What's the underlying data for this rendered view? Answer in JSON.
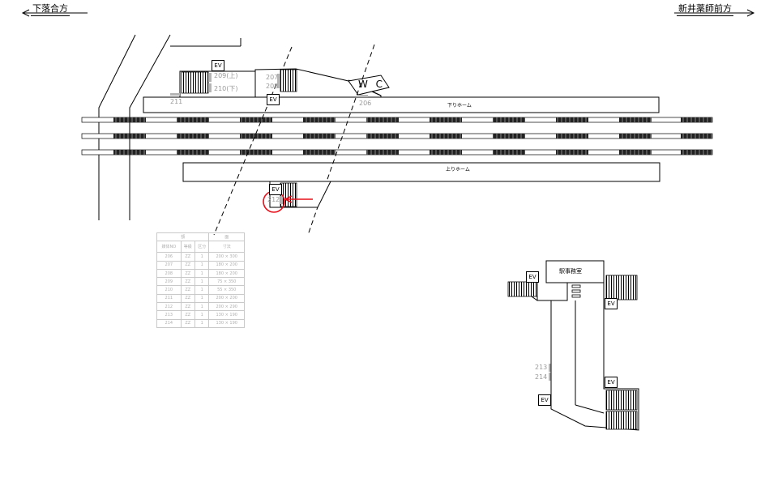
{
  "direction_left": "下落合方",
  "direction_right": "新井薬師前方",
  "platforms": {
    "down": "下りホーム",
    "up": "上りホーム"
  },
  "rooms": {
    "wc": "W C",
    "station_office": "駅事務室"
  },
  "ev_label": "EV",
  "signs": [
    "206",
    "207",
    "208",
    "209(上)",
    "210(下)",
    "211",
    "212",
    "213",
    "214"
  ],
  "table": {
    "header_top": [
      "額",
      "面"
    ],
    "header": [
      "媒体NO",
      "等級",
      "区分",
      "寸法"
    ],
    "rows": [
      [
        "206",
        "ZZ",
        "1",
        "200 × 300"
      ],
      [
        "207",
        "ZZ",
        "1",
        "180 × 200"
      ],
      [
        "208",
        "ZZ",
        "1",
        "180 × 200"
      ],
      [
        "209",
        "ZZ",
        "1",
        "75 × 350"
      ],
      [
        "210",
        "ZZ",
        "1",
        "55 × 350"
      ],
      [
        "211",
        "ZZ",
        "1",
        "200 × 200"
      ],
      [
        "212",
        "ZZ",
        "1",
        "200 × 290"
      ],
      [
        "213",
        "ZZ",
        "1",
        "130 × 190"
      ],
      [
        "214",
        "ZZ",
        "1",
        "130 × 190"
      ]
    ]
  },
  "colors": {
    "highlight": "#e8101a",
    "sign": "#b5b5b5",
    "rail": "#333333"
  }
}
